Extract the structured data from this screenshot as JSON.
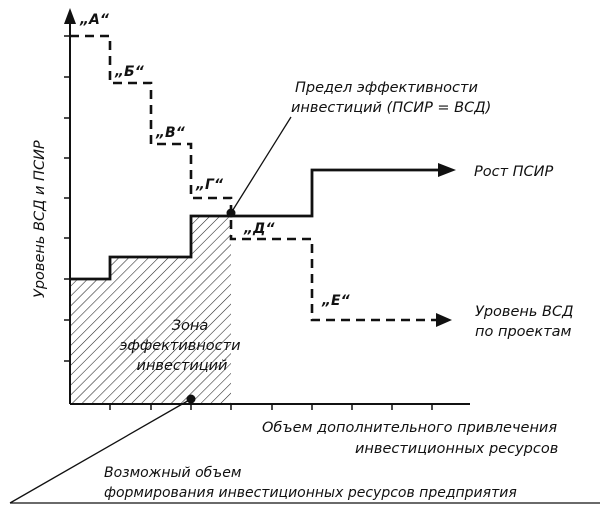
{
  "y_axis_label": "Уровень ВСД и ПСИР",
  "x_axis_label": [
    "Объем дополнительного привлечения",
    "инвестиционных ресурсов"
  ],
  "steps": [
    {
      "label": "„А“"
    },
    {
      "label": "„Б“"
    },
    {
      "label": "„В“"
    },
    {
      "label": "„Г“"
    },
    {
      "label": "„Д“"
    },
    {
      "label": "„Е“"
    }
  ],
  "annotations": {
    "limit": [
      "Предел эффективности",
      "инвестиций (ПСИР = ВСД)"
    ],
    "zone": [
      "Зона",
      "эффективности",
      "инвестиций"
    ],
    "psir_growth": "Рост ПСИР",
    "vsd_level": [
      "Уровень ВСД",
      "по проектам"
    ],
    "resource_volume": [
      "Возможный объем",
      "формирования инвестиционных ресурсов предприятия"
    ]
  }
}
